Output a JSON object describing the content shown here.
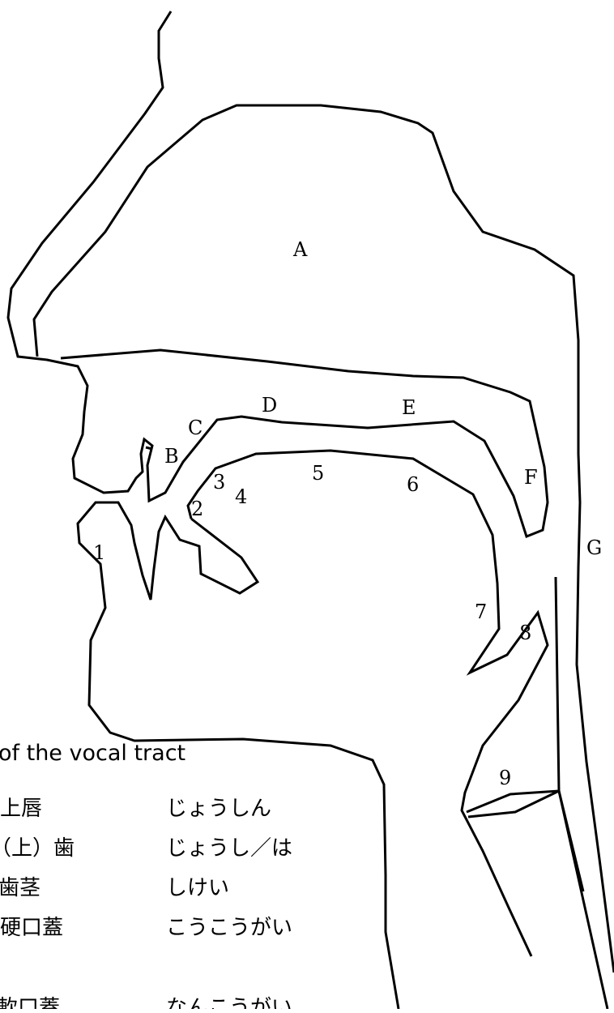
{
  "diagram": {
    "caption": "of the vocal tract",
    "region_labels": [
      "A",
      "B",
      "C",
      "D",
      "E",
      "F",
      "G"
    ],
    "point_labels": [
      "1",
      "2",
      "3",
      "4",
      "5",
      "6",
      "7",
      "8",
      "9"
    ],
    "terms": [
      {
        "kanji": "上唇",
        "reading": "じょうしん"
      },
      {
        "kanji": "（上）歯",
        "reading": "じょうし／は"
      },
      {
        "kanji": "歯茎",
        "reading": "しけい"
      },
      {
        "kanji": "硬口蓋",
        "reading": "こうこうがい"
      },
      {
        "kanji": "軟口蓋",
        "reading": "なんこうがい"
      }
    ]
  }
}
